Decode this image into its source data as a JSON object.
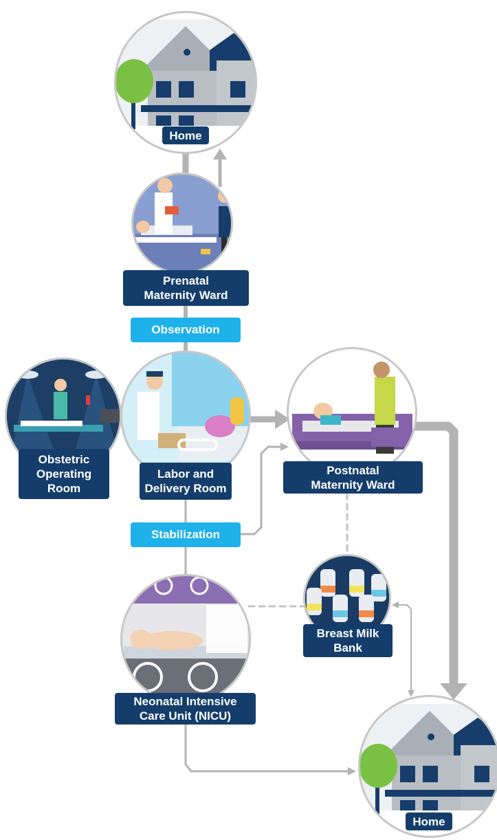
{
  "diagram": {
    "nodes": {
      "home_top": {
        "label": "Home"
      },
      "prenatal": {
        "label": "Prenatal\nMaternity Ward"
      },
      "operating": {
        "label": "Obstetric\nOperating\nRoom"
      },
      "labor": {
        "label": "Labor and\nDelivery Room"
      },
      "postnatal": {
        "label": "Postnatal\nMaternity Ward"
      },
      "milk_bank": {
        "label": "Breast Milk\nBank"
      },
      "nicu": {
        "label": "Neonatal Intensive\nCare Unit (NICU)"
      },
      "home_bottom": {
        "label": "Home"
      }
    },
    "edge_labels": {
      "observation": "Observation",
      "stabilization": "Stabilization"
    }
  },
  "colors": {
    "navy": "#143d6b",
    "accent": "#1fb1ea",
    "connector": "#b3b3b3",
    "ring": "#c6c6c6"
  }
}
